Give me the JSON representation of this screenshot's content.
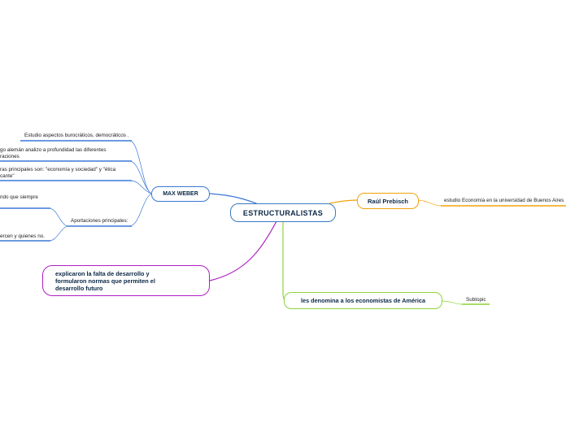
{
  "colors": {
    "central_border": "#3a7abf",
    "weber": "#3b78d8",
    "prebisch": "#f0a30a",
    "america": "#8fd43a",
    "desarrollo": "#b01ec4"
  },
  "central": {
    "label": "ESTRUCTURALISTAS"
  },
  "weber": {
    "label": "MAX WEBER",
    "leaves": [
      "Estudio aspectos burocráticos, democráticos .",
      "go alemán analizo a profundidad las diferentes\nraciones",
      "ras principales son: \"economía y sociedad\" y \"ética\ncante\"",
      "Aportaciones principales:"
    ],
    "sub_leaves": [
      "ndo que siempre",
      "ercen y quienes no."
    ]
  },
  "prebisch": {
    "label": "Raúl Prebisch",
    "leaf": "estudio Economía en la universidad de Buenos Aires"
  },
  "america": {
    "label": "les denomina a los economistas de América",
    "leaf": "Subtopic"
  },
  "desarrollo": {
    "label": "explicaron la falta de desarrollo y formularon normas que permiten el desarrollo futuro"
  }
}
